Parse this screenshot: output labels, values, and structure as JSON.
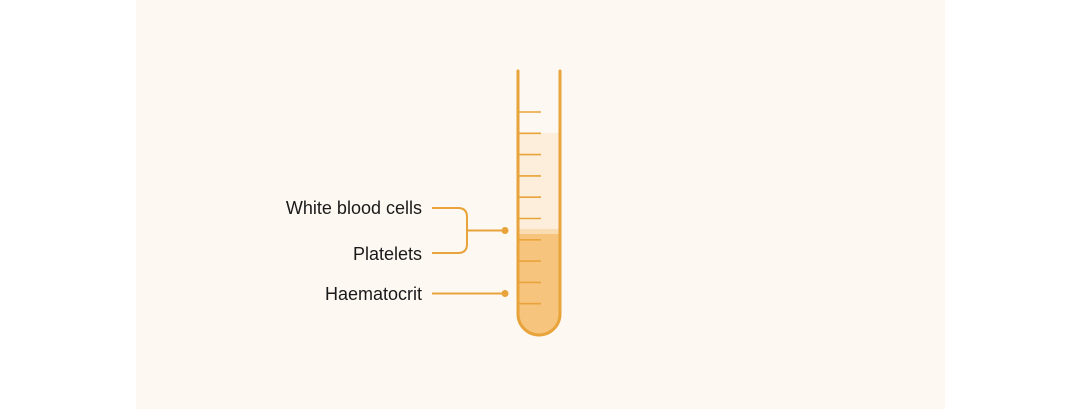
{
  "labels": {
    "white_blood_cells": "White blood cells",
    "platelets": "Platelets",
    "haematocrit": "Haematocrit"
  },
  "colors": {
    "background": "#fdf8f2",
    "accent": "#e8a33a",
    "plasma": "#fdeedb",
    "buffy_coat": "#f9dcb2",
    "red_cells": "#f7c47d",
    "text": "#1a1a1a"
  },
  "tube": {
    "graduation_marks": 10
  }
}
